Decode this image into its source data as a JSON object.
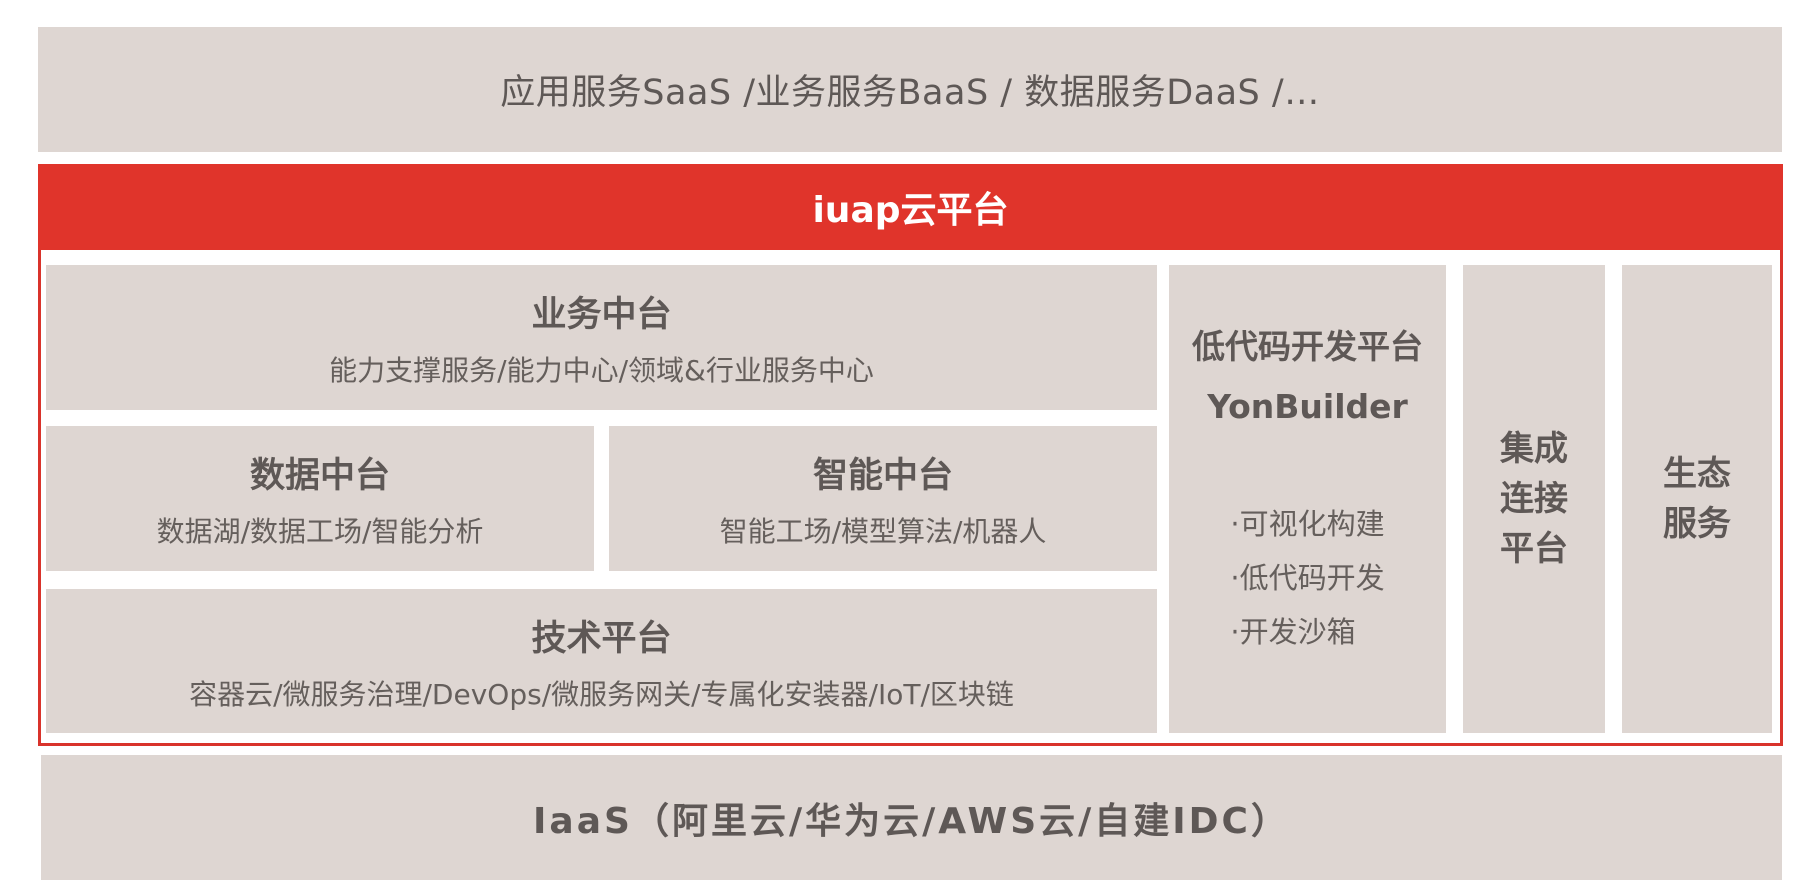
{
  "top_band": "应用服务SaaS /业务服务BaaS / 数据服务DaaS /…",
  "platform_header": "iuap云平台",
  "business_platform": {
    "title": "业务中台",
    "subtitle": "能力支撑服务/能力中心/领域&行业服务中心"
  },
  "data_platform": {
    "title": "数据中台",
    "subtitle": "数据湖/数据工场/智能分析"
  },
  "ai_platform": {
    "title": "智能中台",
    "subtitle": "智能工场/模型算法/机器人"
  },
  "tech_platform": {
    "title": "技术平台",
    "subtitle": "容器云/微服务治理/DevOps/微服务网关/专属化安装器/IoT/区块链"
  },
  "lowcode_platform": {
    "title_line1": "低代码开发平台",
    "title_line2": "YonBuilder",
    "items": [
      "·可视化构建",
      "·低代码开发",
      "·开发沙箱"
    ]
  },
  "integration_platform": {
    "lines": [
      "集成",
      "连接",
      "平台"
    ]
  },
  "ecosystem_service": {
    "lines": [
      "生态",
      "服务"
    ]
  },
  "bottom_band": "IaaS（阿里云/华为云/AWS云/自建IDC）",
  "colors": {
    "accent_red": "#e0342b",
    "box_fill": "#ded6d2",
    "text": "#5e5856"
  }
}
